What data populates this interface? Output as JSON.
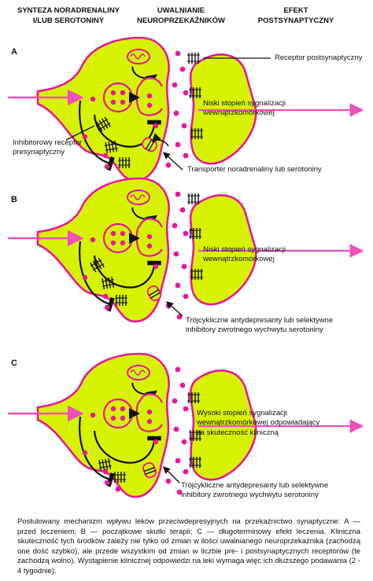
{
  "headers": {
    "col1": "SYNTEZA NORADRENALINY\nI/LUB SEROTONINY",
    "col2": "UWALNIANIE\nNEUROPRZEKAŹNIKÓW",
    "col3": "EFEKT\nPOSTSYNAPTYCZNY"
  },
  "panels": {
    "a": {
      "letter": "A",
      "receptor_label": "Receptor postsynaptyczny",
      "signal_label": "Niski stopień sygnalizacji\nwewnątrzkomórkowej",
      "autoreceptor_label": "Inhibitorowy receptor\npresynaptyczny",
      "transporter_label": "Transporter noradrenaliny lub serotoniny"
    },
    "b": {
      "letter": "B",
      "signal_label": "Niski stopień sygnalizacji\nwewnątrzkomórkowej",
      "drug_label": "Trójcykliczne antydepresanty lub selektywne\ninhibitory zwrotnego wychwytu serotoniny"
    },
    "c": {
      "letter": "C",
      "signal_label": "Wysoki stopień sygnalizacji\nwewnątrzkomórkowej odpowiadający\nza skuteczność kliniczną",
      "drug_label": "Trójcykliczne antydepresanty lub selektywne\ninhibitory zwrotnego wychwytu serotoniny"
    }
  },
  "caption": "Postulowany mechanizm wpływu leków przeciwdepresyjnych na przekaźnictwo synaptyczne: A — przed leczeniem; B — początkowe skutki terapii; C — długoterminowy efekt leczenia. Kliniczna skuteczność tych środków zależy nie tylko od zmian w ilości uwalnianego neuroprzekaźnika (zachodzą one dość szybko), ale przede wszystkim od zmian w liczbie pre- i postsynaptycznych receptorów (te zachodzą wolno). Wystąpienie klinicznej odpowiedzi na leki wymaga więc ich dłuższego podawania (2 - 4 tygodnie).",
  "colors": {
    "cell_fill": "#d7f200",
    "membrane": "#e8179b",
    "arrow": "#ee4fb8",
    "ink": "#111111"
  }
}
